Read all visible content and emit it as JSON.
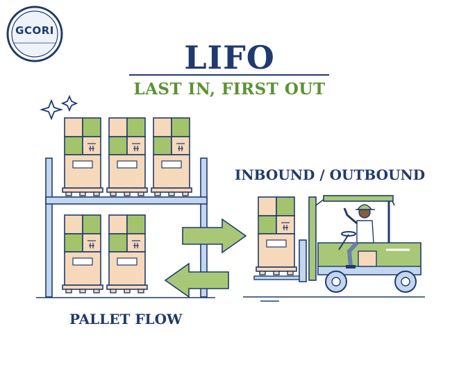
{
  "title": "LIFO",
  "subtitle": "LAST IN, FIRST OUT",
  "labels": {
    "inbound_outbound": "INBOUND / OUTBOUND",
    "pallet_flow": "PALLET FLOW"
  },
  "logo": {
    "text": "GCORI"
  },
  "colors": {
    "navy": "#1f3a6e",
    "green": "#5b9233",
    "box_tan": "#f6d9ba",
    "box_green": "#a3c46b",
    "rack_blue": "#c3d6ee",
    "arrow_green": "#a8c878"
  }
}
